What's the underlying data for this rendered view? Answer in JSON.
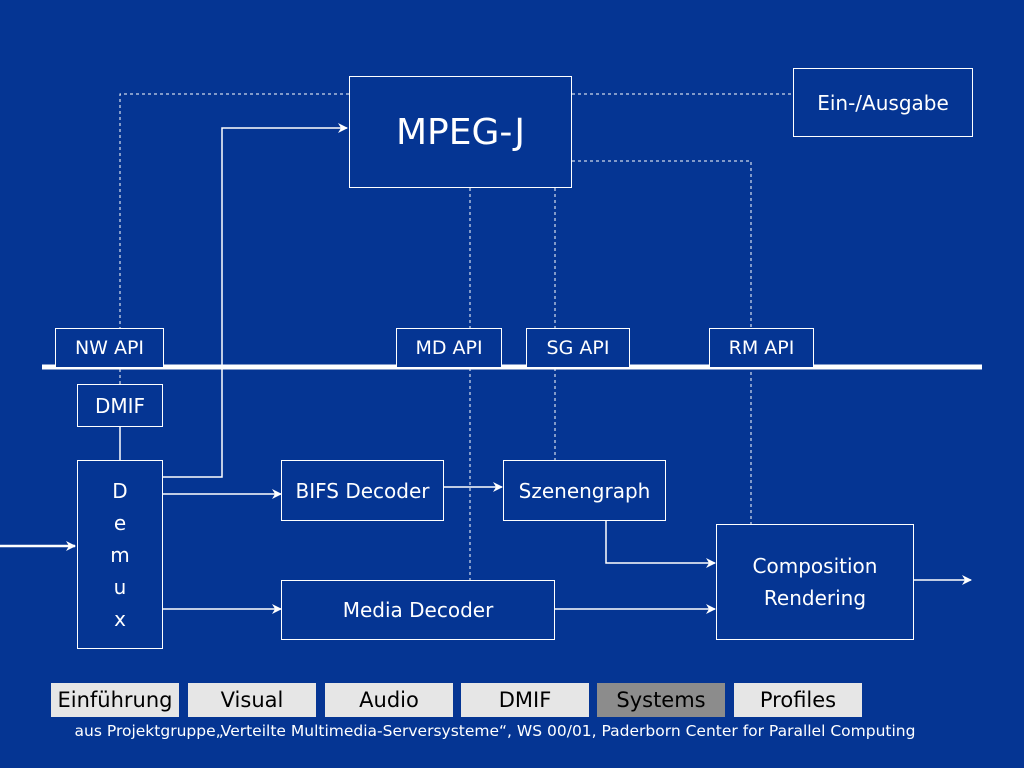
{
  "boxes": {
    "mpegj": "MPEG-J",
    "ein_ausgabe": "Ein-/Ausgabe",
    "nw_api": "NW API",
    "md_api": "MD API",
    "sg_api": "SG API",
    "rm_api": "RM API",
    "dmif": "DMIF",
    "demux_letters": [
      "D",
      "e",
      "m",
      "u",
      "x"
    ],
    "bifs_decoder": "BIFS Decoder",
    "szenengraph": "Szenengraph",
    "media_decoder": "Media Decoder",
    "composition_lines": [
      "Composition",
      "Rendering"
    ]
  },
  "nav": {
    "items": [
      {
        "label": "Einführung",
        "active": false
      },
      {
        "label": "Visual",
        "active": false
      },
      {
        "label": "Audio",
        "active": false
      },
      {
        "label": "DMIF",
        "active": false
      },
      {
        "label": "Systems",
        "active": true
      },
      {
        "label": "Profiles",
        "active": false
      }
    ]
  },
  "footer": {
    "text": "aus Projektgruppe„Verteilte Multimedia-Serversysteme“, WS 00/01, Paderborn Center for Parallel Computing"
  },
  "colors": {
    "background": "#053593",
    "foreground": "#ffffff",
    "nav_bg": "#e6e6e6",
    "nav_active_bg": "#8c8c8c"
  }
}
